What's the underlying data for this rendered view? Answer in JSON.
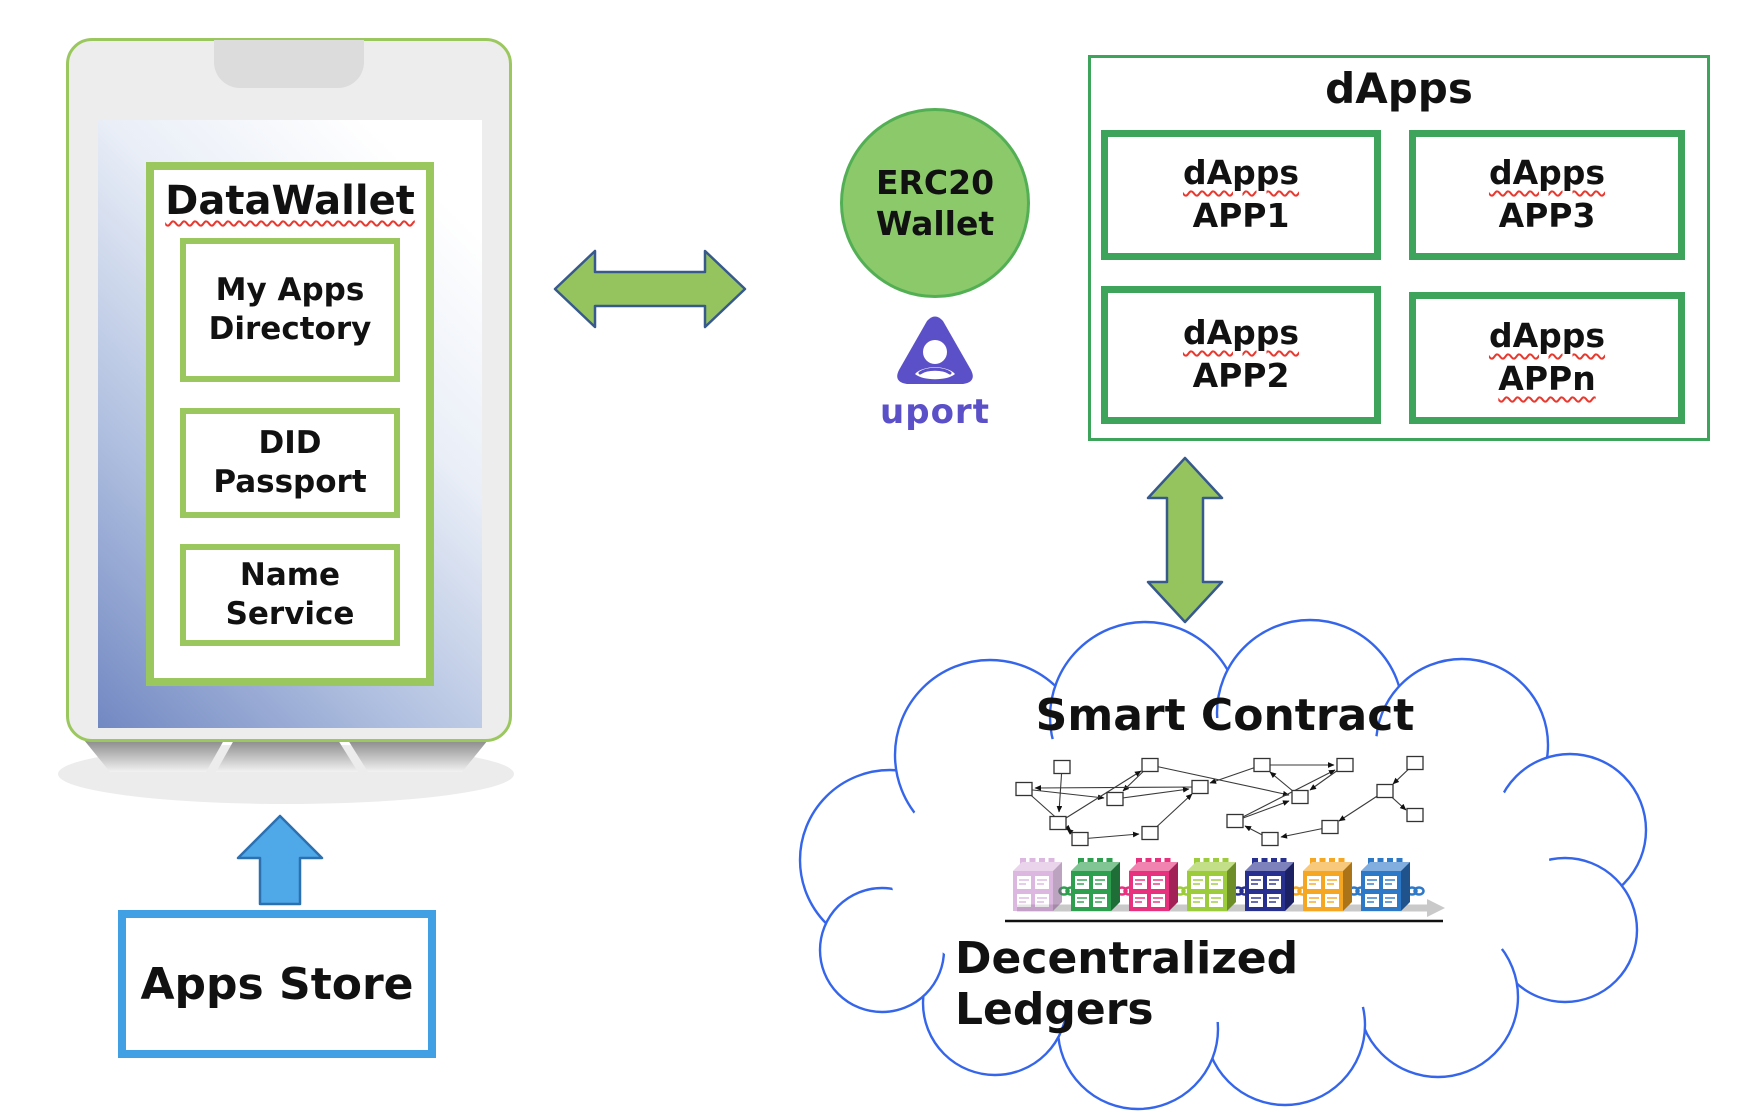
{
  "colors": {
    "phone_border_green": "#9BC85E",
    "dapps_green": "#3EA45C",
    "arrow_green_fill": "#95C45F",
    "arrow_outline_blue": "#37598C",
    "erc20_fill": "#8CC96B",
    "erc20_border": "#53AF53",
    "blue_arrow_fill": "#4FA8E8",
    "apps_store_border": "#41A0E4",
    "cloud_outline_blue": "#3565EA",
    "uport_purple": "#5B50C8",
    "squiggle_red": "#E8392F"
  },
  "phone": {
    "datawallet": {
      "title": "DataWallet",
      "items": [
        {
          "label": "My Apps\nDirectory"
        },
        {
          "label": "DID\nPassport"
        },
        {
          "label": "Name\nService"
        }
      ]
    }
  },
  "apps_store": {
    "label": "Apps Store"
  },
  "erc20_wallet": {
    "label": "ERC20\nWallet"
  },
  "uport": {
    "wordmark": "uport"
  },
  "dapps": {
    "title": "dApps",
    "apps": [
      {
        "line1": "dApps",
        "line2": "APP1"
      },
      {
        "line1": "dApps",
        "line2": "APP3"
      },
      {
        "line1": "dApps",
        "line2": "APP2"
      },
      {
        "line1": "dApps",
        "line2": "APPn"
      }
    ]
  },
  "cloud": {
    "smart_contract_label": "Smart Contract",
    "decentralized_ledgers_label": "Decentralized Ledgers",
    "blockchain_colors": [
      "#C17FC8",
      "#2E9E4F",
      "#E8317E",
      "#9CCB3B",
      "#28308F",
      "#F5A623",
      "#2E78C8"
    ]
  }
}
